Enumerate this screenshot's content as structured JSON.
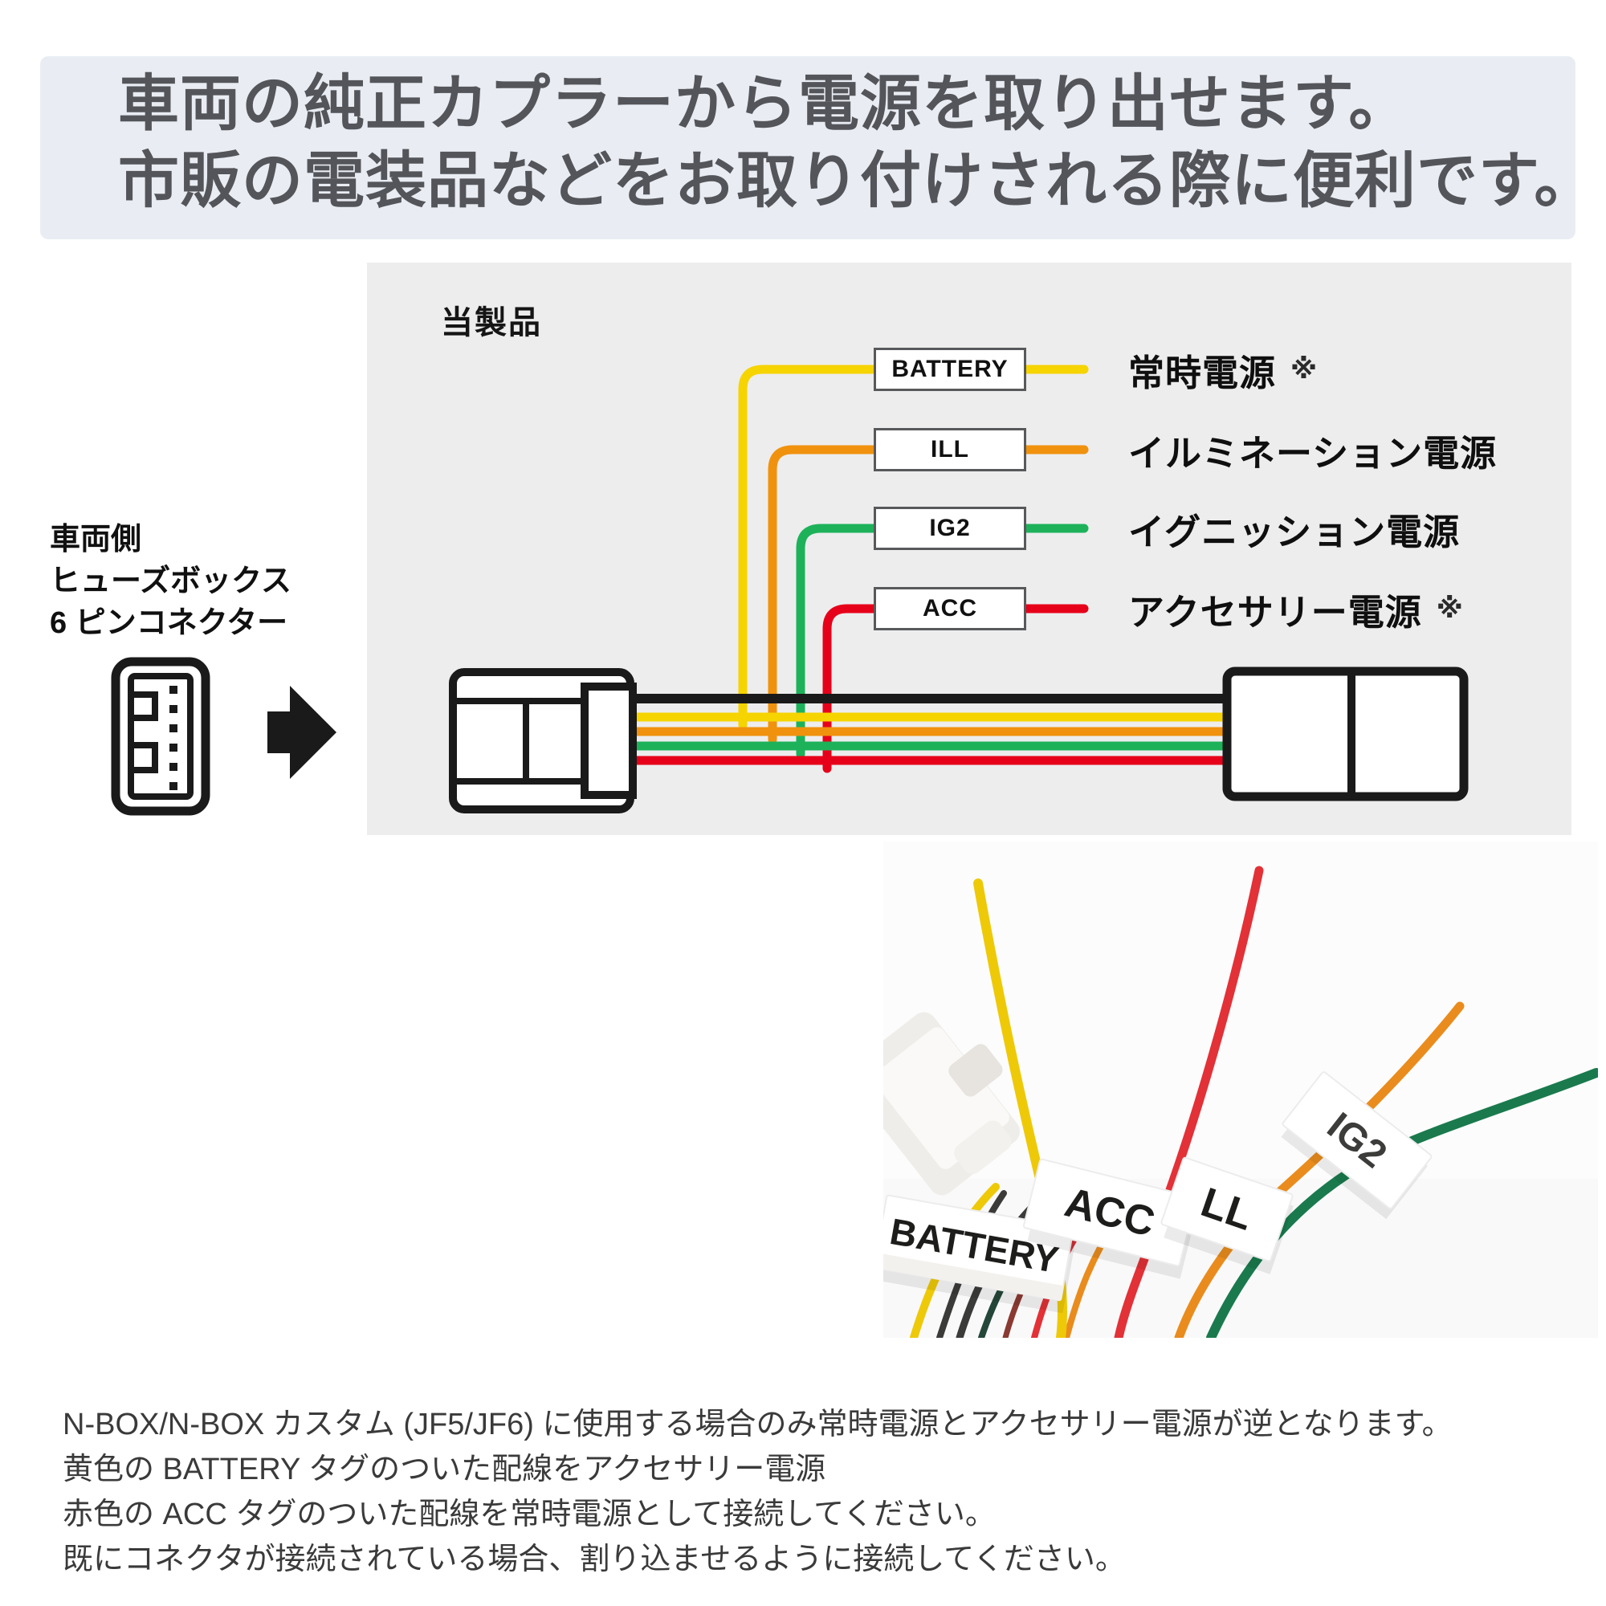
{
  "banner": {
    "line1": "車両の純正カプラーから電源を取り出せます。",
    "line2": "市販の電装品などをお取り付けされる際に便利です。"
  },
  "diagram": {
    "product_label": "当製品",
    "vehicle_side": {
      "line1": "車両側",
      "line2": "ヒューズボックス",
      "line3": "6 ピンコネクター"
    },
    "rows": [
      {
        "tag": "BATTERY",
        "power": "常時電源",
        "mark": "※",
        "color": "#f6d400"
      },
      {
        "tag": "ILL",
        "power": "イルミネーション電源",
        "mark": "",
        "color": "#f0920e"
      },
      {
        "tag": "IG2",
        "power": "イグニッション電源",
        "mark": "",
        "color": "#1db25a"
      },
      {
        "tag": "ACC",
        "power": "アクセサリー電源",
        "mark": "※",
        "color": "#e60019"
      }
    ]
  },
  "colors": {
    "harness_black": "#1a1a1a",
    "panel_gray": "#ededee",
    "banner_bg": "#e9edf3"
  },
  "photo": {
    "tags": {
      "battery": "BATTERY",
      "acc": "ACC",
      "ill": "LL",
      "ig2": "IG2"
    },
    "wire_colors": {
      "yellow": "#eec908",
      "red": "#e23137",
      "orange": "#e98c1d",
      "green": "#1a7a4d",
      "dark": "#3b3b39"
    }
  },
  "notes": {
    "line1": "N-BOX/N-BOX カスタム (JF5/JF6) に使用する場合のみ常時電源とアクセサリー電源が逆となります。",
    "line2": "黄色の BATTERY タグのついた配線をアクセサリー電源",
    "line3": "赤色の ACC タグのついた配線を常時電源として接続してください。",
    "line4": "既にコネクタが接続されている場合、割り込ませるように接続してください。"
  }
}
